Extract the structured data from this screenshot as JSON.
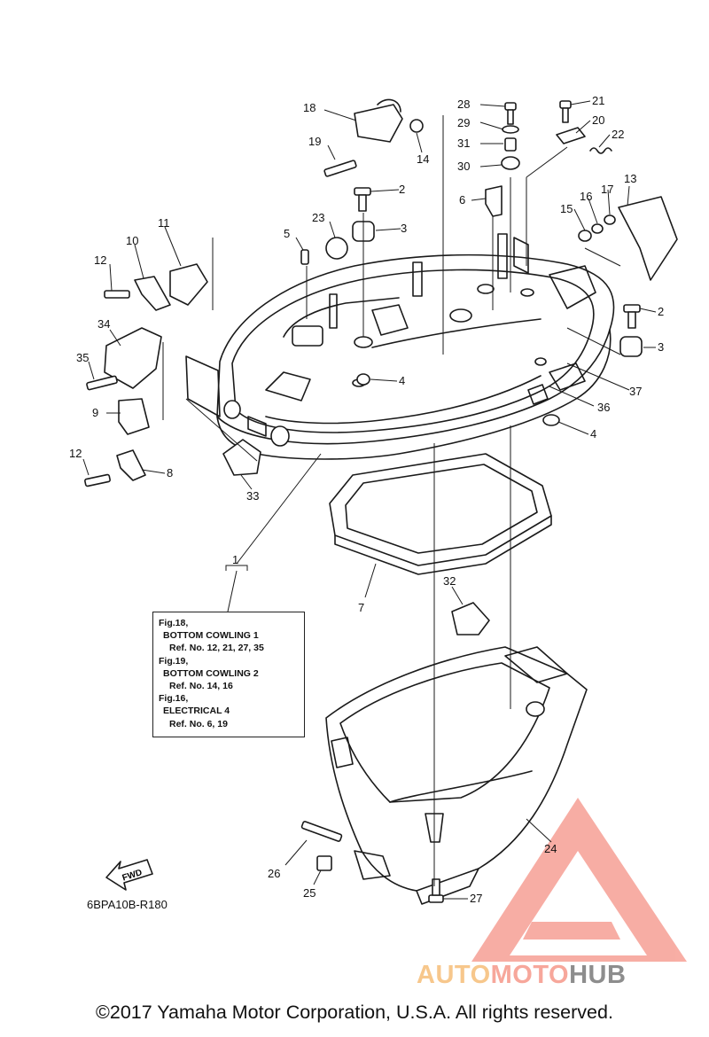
{
  "callouts": {
    "n1": "1",
    "n2a": "2",
    "n2b": "2",
    "n3a": "3",
    "n3b": "3",
    "n4a": "4",
    "n4b": "4",
    "n5": "5",
    "n6": "6",
    "n7": "7",
    "n8": "8",
    "n9": "9",
    "n10": "10",
    "n11": "11",
    "n12a": "12",
    "n12b": "12",
    "n13": "13",
    "n14": "14",
    "n15": "15",
    "n16": "16",
    "n17": "17",
    "n18": "18",
    "n19": "19",
    "n20": "20",
    "n21": "21",
    "n22": "22",
    "n23": "23",
    "n24": "24",
    "n25": "25",
    "n26": "26",
    "n27": "27",
    "n28": "28",
    "n29": "29",
    "n30": "30",
    "n31": "31",
    "n32": "32",
    "n33": "33",
    "n34": "34",
    "n35": "35",
    "n36": "36",
    "n37": "37"
  },
  "note": {
    "l1": "Fig.18,",
    "l2": "BOTTOM COWLING 1",
    "l3": "Ref. No. 12, 21, 27, 35",
    "l4": "Fig.19,",
    "l5": "BOTTOM COWLING 2",
    "l6": "Ref. No. 14, 16",
    "l7": "Fig.16,",
    "l8": "ELECTRICAL 4",
    "l9": "Ref. No. 6, 19"
  },
  "fwd_label": "FWD",
  "diagram_code": "6BPA10B-R180",
  "copyright": "©2017 Yamaha Motor Corporation, U.S.A. All rights reserved.",
  "watermark": {
    "part1": "AUTO",
    "part2": "MOTO",
    "part3": "HUB"
  },
  "colors": {
    "watermark_red": "#f26b5b",
    "watermark_orange": "#f5a94a",
    "watermark_gray": "#6f6f6f"
  }
}
